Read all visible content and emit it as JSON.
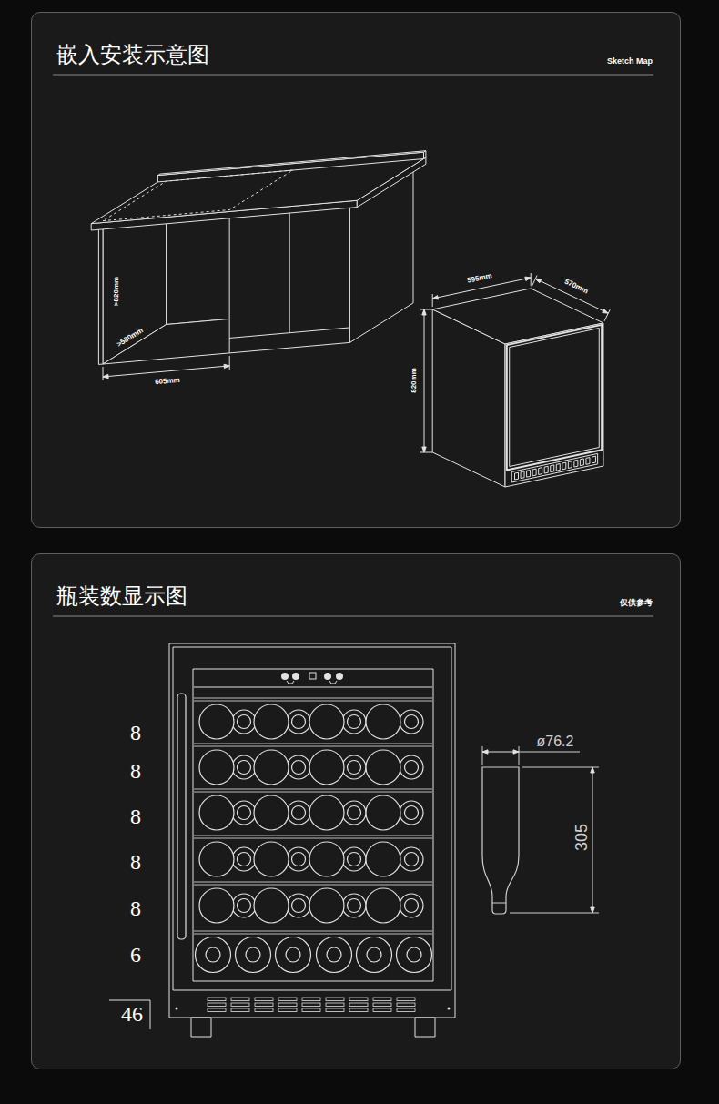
{
  "diagram": {
    "nodes": [
      {
        "text": [
          "嵌入安装示意图",
          "Sketch Map"
        ]
      },
      {
        "text": [
          "瓶装数显示图",
          "仅供参考"
        ]
      }
    ],
    "labels": [
      ">820mm",
      ">580mm",
      "605mm",
      "595mm",
      "570mm",
      "820mm",
      "8",
      "8",
      "8",
      "8",
      "8",
      "6",
      "46",
      "ø76.2",
      "305"
    ]
  }
}
